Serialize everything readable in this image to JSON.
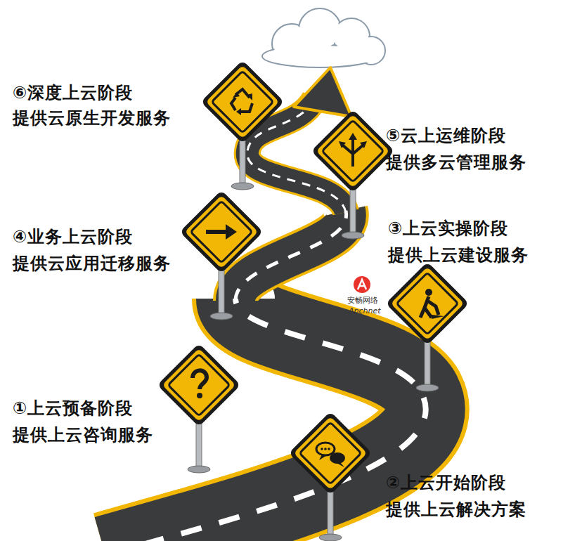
{
  "diagram": {
    "labels": [
      "⑥深度上云阶段",
      "提供云原生开发服务",
      "⑤云上运维阶段",
      "提供多云管理服务",
      "④业务上云阶段",
      "提供云应用迁移服务",
      "③上云实操阶段",
      "提供上云建设服务",
      "①上云预备阶段",
      "提供上云咨询服务",
      "②上云开始阶段",
      "提供上云解决方案",
      "安畅网络",
      "Anchnet"
    ]
  }
}
